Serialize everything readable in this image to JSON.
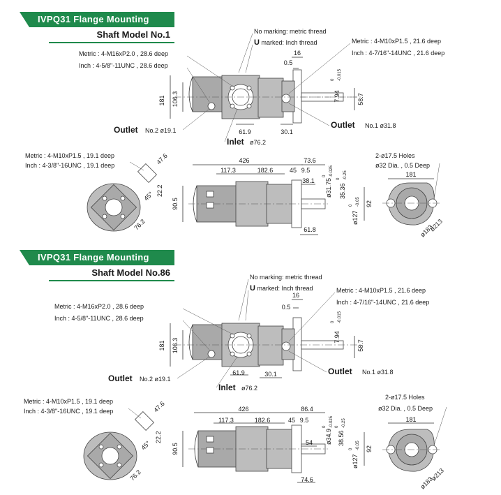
{
  "sections": [
    {
      "banner": "IVPQ31 Flange Mounting",
      "subtitle": "Shaft Model No.1",
      "notes": {
        "no_marking": "No marking: metric thread",
        "u_letter": "U",
        "u_marked": " marked: Inch thread",
        "port2_metric": "Metric : 4-M16xP2.0 , 28.6 deep",
        "port2_inch": "Inch : 4-5/8\"-11UNC , 28.6 deep",
        "port1_metric": "Metric : 4-M10xP1.5 , 21.6 deep",
        "port1_inch": "Inch : 4-7/16\"-14UNC , 21.6 deep",
        "outlet2_label": "Outlet",
        "outlet2_spec": "No.2 ø19.1",
        "inlet_label": "Inlet",
        "inlet_spec": "ø76.2",
        "outlet1_label": "Outlet",
        "outlet1_spec": "No.1 ø31.8",
        "inlet_flange_metric": "Metric : 4-M10xP1.5 , 19.1 deep",
        "inlet_flange_inch": "Inch : 4-3/8\"-16UNC , 19.1 deep",
        "holes": "2-ø17.5 Holes",
        "holes_spot": "ø32 Dia. , 0.5 Deep"
      },
      "dims": {
        "d181": "181",
        "d106_3": "106.3",
        "d61_9": "61.9",
        "d30_1": "30.1",
        "d16": "16",
        "d0_5": "0.5",
        "d7_94": "7.94",
        "d7_94_tol_hi": "0",
        "d7_94_tol_lo": "-0.015",
        "d58_7": "58.7",
        "d47_6": "47.6",
        "d22_2": "22.2",
        "d45deg": "45°",
        "d76_2": "76.2",
        "d426": "426",
        "d73_6": "73.6",
        "d117_3": "117.3",
        "d182_6": "182.6",
        "d45": "45",
        "d9_5": "9.5",
        "d38_1": "38.1",
        "d90_5": "90.5",
        "d61_8": "61.8",
        "d31_75": "ø31.75",
        "d31_75_tol_hi": "0",
        "d31_75_tol_lo": "-0.025",
        "d35_36": "35.36",
        "d35_36_tol_hi": "0",
        "d35_36_tol_lo": "-0.25",
        "d127": "ø127",
        "d127_tol_hi": "0",
        "d127_tol_lo": "-0.05",
        "d92": "92",
        "d181b": "181",
        "d213": "ø213",
        "d183": "ø183"
      }
    },
    {
      "banner": "IVPQ31 Flange Mounting",
      "subtitle": "Shaft Model No.86",
      "notes": {
        "no_marking": "No marking: metric thread",
        "u_letter": "U",
        "u_marked": " marked: Inch thread",
        "port2_metric": "Metric : 4-M16xP2.0 , 28.6 deep",
        "port2_inch": "Inch : 4-5/8\"-11UNC , 28.6 deep",
        "port1_metric": "Metric : 4-M10xP1.5 , 21.6 deep",
        "port1_inch": "Inch : 4-7/16\"-14UNC , 21.6 deep",
        "outlet2_label": "Outlet",
        "outlet2_spec": "No.2 ø19.1",
        "inlet_label": "Inlet",
        "inlet_spec": "ø76.2",
        "outlet1_label": "Outlet",
        "outlet1_spec": "No.1 ø31.8",
        "inlet_flange_metric": "Metric : 4-M10xP1.5 , 19.1 deep",
        "inlet_flange_inch": "Inch : 4-3/8\"-16UNC , 19.1 deep",
        "holes": "2-ø17.5 Holes",
        "holes_spot": "ø32 Dia. , 0.5 Deep"
      },
      "dims": {
        "d181": "181",
        "d106_3": "106.3",
        "d61_9": "61.9",
        "d30_1": "30.1",
        "d16": "16",
        "d0_5": "0.5",
        "d7_94": "7.94",
        "d7_94_tol_hi": "0",
        "d7_94_tol_lo": "-0.015",
        "d58_7": "58.7",
        "d47_6": "47.6",
        "d22_2": "22.2",
        "d45deg": "45°",
        "d76_2": "76.2",
        "d426": "426",
        "d86_4": "86.4",
        "d117_3": "117.3",
        "d182_6": "182.6",
        "d45": "45",
        "d9_5": "9.5",
        "d54": "54",
        "d90_5": "90.5",
        "d74_6": "74.6",
        "d34_9": "ø34.9",
        "d34_9_tol_hi": "0",
        "d34_9_tol_lo": "-0.025",
        "d38_56": "38.56",
        "d38_56_tol_hi": "0",
        "d38_56_tol_lo": "-0.25",
        "d127": "ø127",
        "d127_tol_hi": "0",
        "d127_tol_lo": "-0.05",
        "d92": "92",
        "d181b": "181",
        "d213": "ø213",
        "d183": "ø183"
      }
    }
  ]
}
